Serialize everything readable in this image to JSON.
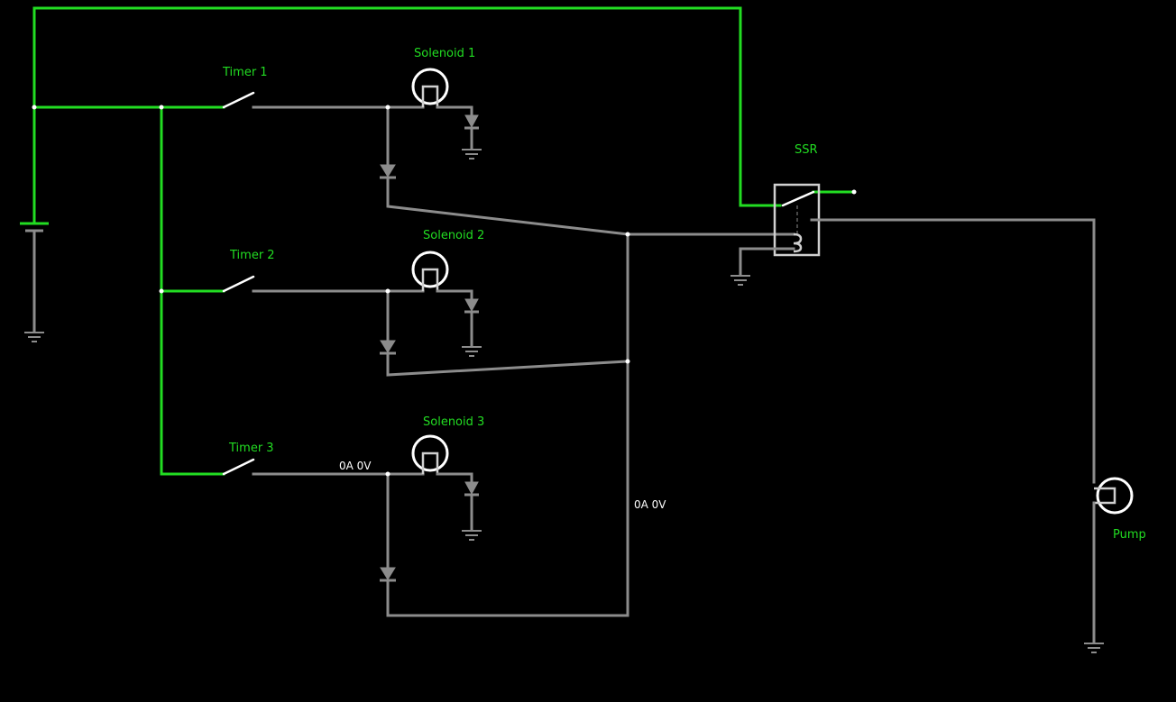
{
  "components": {
    "timer1": "Timer 1",
    "timer2": "Timer 2",
    "timer3": "Timer 3",
    "solenoid1": "Solenoid 1",
    "solenoid2": "Solenoid 2",
    "solenoid3": "Solenoid 3",
    "ssr": "SSR",
    "pump": "Pump"
  },
  "readouts": {
    "timer3_branch": "0A 0V",
    "diode_bus": "0A 0V"
  },
  "colors": {
    "live_wire": "#22dd22",
    "dead_wire": "#8c8c8c",
    "label": "#22dd22",
    "background": "#000000"
  }
}
